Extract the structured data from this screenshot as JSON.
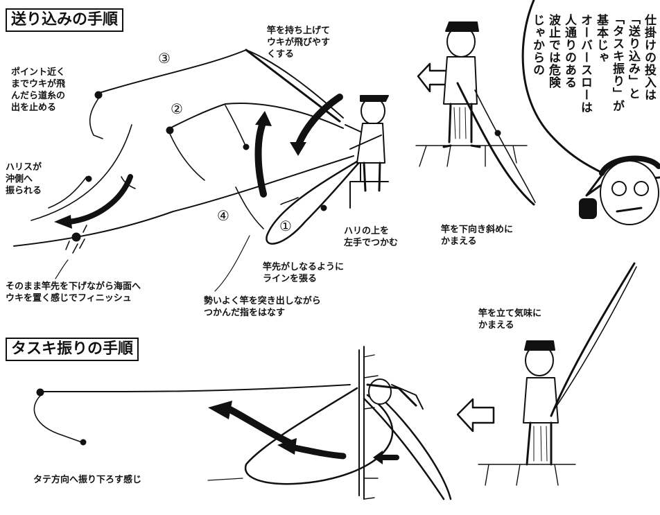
{
  "titles": {
    "okurikomi": "送り込みの手順",
    "tasuki": "タスキ振りの手順"
  },
  "step_numbers": [
    "①",
    "②",
    "③",
    "④"
  ],
  "labels": {
    "sao_mochiage": "竿を持ち上げて\nウキが飛びやす\nくする",
    "point_chikaku": "ポイント近く\nまでウキが飛\nんだら道糸の\n出を止める",
    "harisu": "ハリスが\n沖側へ\n振られる",
    "sonomama": "そのまま竿先を下げながら海面へ\nウキを置く感じでフィニッシュ",
    "sao_shitamuki": "竿を下向き斜めに\nかまえる",
    "hari_ue": "ハリの上を\n左手でつかむ",
    "saosaki_shinaru": "竿先がしなるように\nラインを張る",
    "ikioi": "勢いよく竿を突き出しながら\nつかんだ指をはなす",
    "sao_tate": "竿を立て気味に\nかまえる",
    "tate_houkou": "タテ方向へ振り下ろす感じ"
  },
  "speech_bubble_lines": [
    "仕掛けの投入は",
    "「送り込み」と",
    "「タスキ振り」が",
    "基本じゃ",
    "オーバースローは",
    "人通りのある",
    "波止では危険",
    "じゃからの"
  ]
}
